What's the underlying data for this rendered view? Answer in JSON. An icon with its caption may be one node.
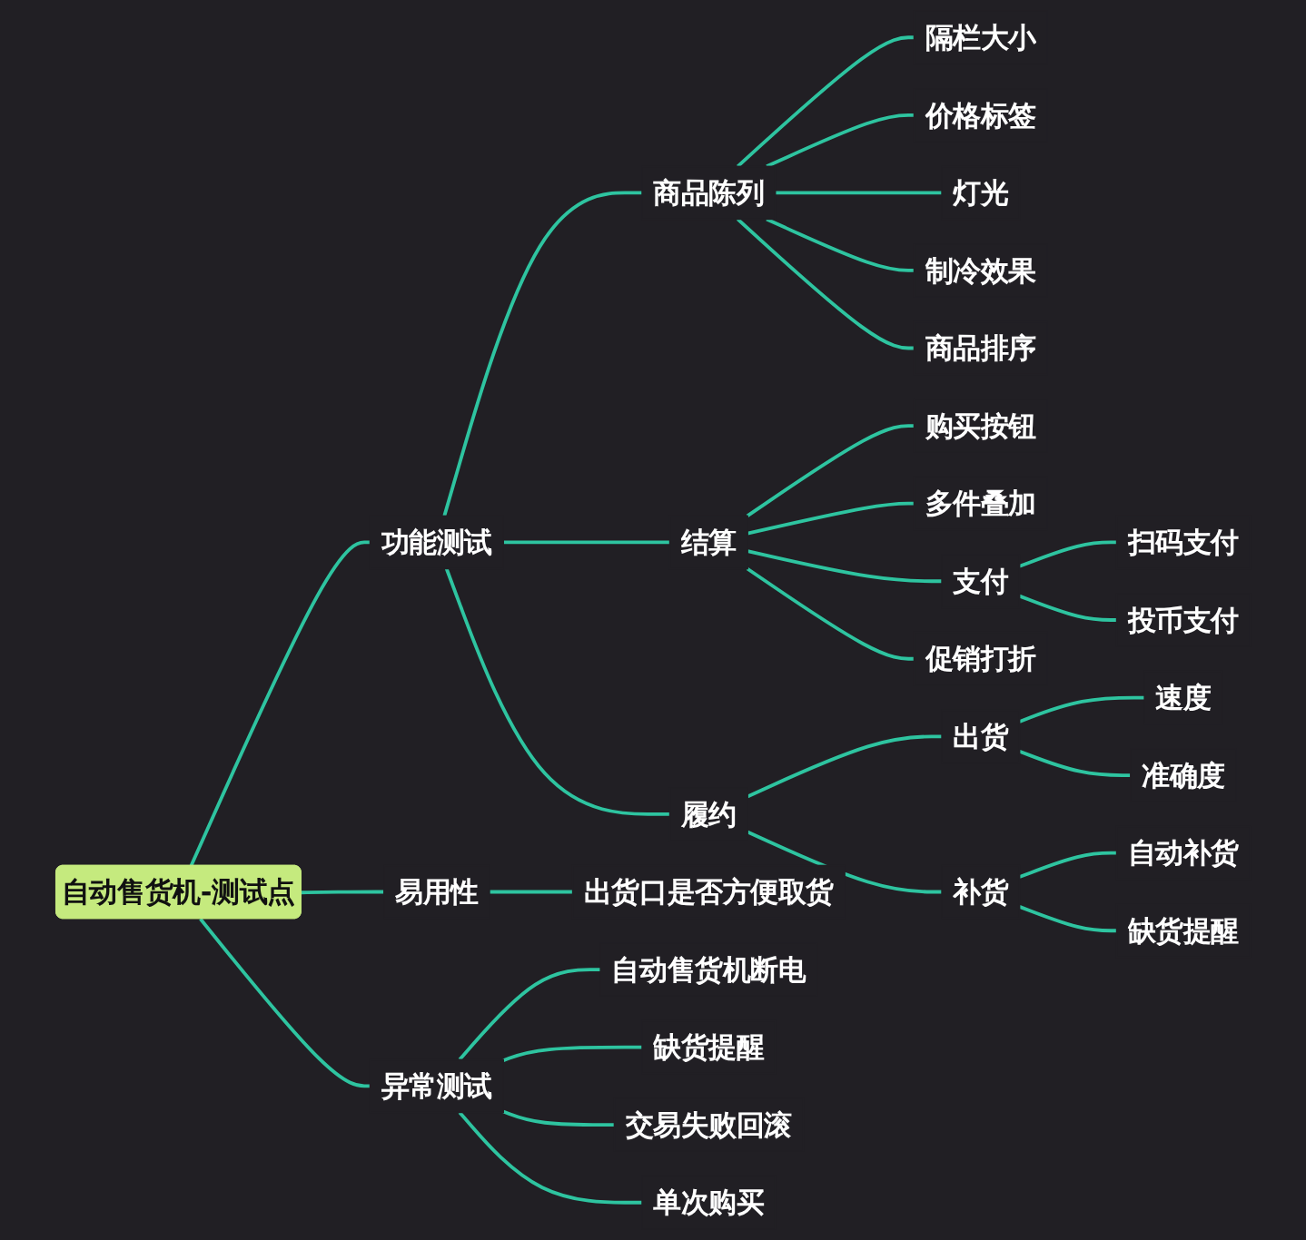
{
  "diagram": {
    "nodes": [
      {
        "text": [
          "自动售货机-测试点"
        ]
      },
      {
        "text": [
          "功能测试"
        ]
      },
      {
        "text": [
          "商品陈列"
        ]
      },
      {
        "text": [
          "隔栏大小"
        ]
      },
      {
        "text": [
          "价格标签"
        ]
      },
      {
        "text": [
          "灯光"
        ]
      },
      {
        "text": [
          "制冷效果"
        ]
      },
      {
        "text": [
          "商品排序"
        ]
      },
      {
        "text": [
          "结算"
        ]
      },
      {
        "text": [
          "购买按钮"
        ]
      },
      {
        "text": [
          "多件叠加"
        ]
      },
      {
        "text": [
          "支付"
        ]
      },
      {
        "text": [
          "扫码支付"
        ]
      },
      {
        "text": [
          "投币支付"
        ]
      },
      {
        "text": [
          "促销打折"
        ]
      },
      {
        "text": [
          "履约"
        ]
      },
      {
        "text": [
          "出货"
        ]
      },
      {
        "text": [
          "速度"
        ]
      },
      {
        "text": [
          "准确度"
        ]
      },
      {
        "text": [
          "补货"
        ]
      },
      {
        "text": [
          "自动补货"
        ]
      },
      {
        "text": [
          "缺货提醒"
        ]
      },
      {
        "text": [
          "易用性"
        ]
      },
      {
        "text": [
          "出货口是否方便取货"
        ]
      },
      {
        "text": [
          "异常测试"
        ]
      },
      {
        "text": [
          "自动售货机断电"
        ]
      },
      {
        "text": [
          "缺货提醒"
        ]
      },
      {
        "text": [
          "交易失败回滚"
        ]
      },
      {
        "text": [
          "单次购买"
        ]
      }
    ],
    "edges": [
      {
        "from": 0,
        "to": 1,
        "arrow": "none"
      },
      {
        "from": 1,
        "to": 2,
        "arrow": "none"
      },
      {
        "from": 2,
        "to": 3,
        "arrow": "none"
      },
      {
        "from": 2,
        "to": 4,
        "arrow": "none"
      },
      {
        "from": 2,
        "to": 5,
        "arrow": "none"
      },
      {
        "from": 2,
        "to": 6,
        "arrow": "none"
      },
      {
        "from": 2,
        "to": 7,
        "arrow": "none"
      },
      {
        "from": 1,
        "to": 8,
        "arrow": "none"
      },
      {
        "from": 8,
        "to": 9,
        "arrow": "none"
      },
      {
        "from": 8,
        "to": 10,
        "arrow": "none"
      },
      {
        "from": 8,
        "to": 11,
        "arrow": "none"
      },
      {
        "from": 11,
        "to": 12,
        "arrow": "none"
      },
      {
        "from": 11,
        "to": 13,
        "arrow": "none"
      },
      {
        "from": 8,
        "to": 14,
        "arrow": "none"
      },
      {
        "from": 1,
        "to": 15,
        "arrow": "none"
      },
      {
        "from": 15,
        "to": 16,
        "arrow": "none"
      },
      {
        "from": 16,
        "to": 17,
        "arrow": "none"
      },
      {
        "from": 16,
        "to": 18,
        "arrow": "none"
      },
      {
        "from": 15,
        "to": 19,
        "arrow": "none"
      },
      {
        "from": 19,
        "to": 20,
        "arrow": "none"
      },
      {
        "from": 19,
        "to": 21,
        "arrow": "none"
      },
      {
        "from": 0,
        "to": 22,
        "arrow": "none"
      },
      {
        "from": 22,
        "to": 23,
        "arrow": "none"
      },
      {
        "from": 0,
        "to": 24,
        "arrow": "none"
      },
      {
        "from": 24,
        "to": 25,
        "arrow": "none"
      },
      {
        "from": 24,
        "to": 26,
        "arrow": "none"
      },
      {
        "from": 24,
        "to": 27,
        "arrow": "none"
      },
      {
        "from": 24,
        "to": 28,
        "arrow": "none"
      }
    ]
  }
}
